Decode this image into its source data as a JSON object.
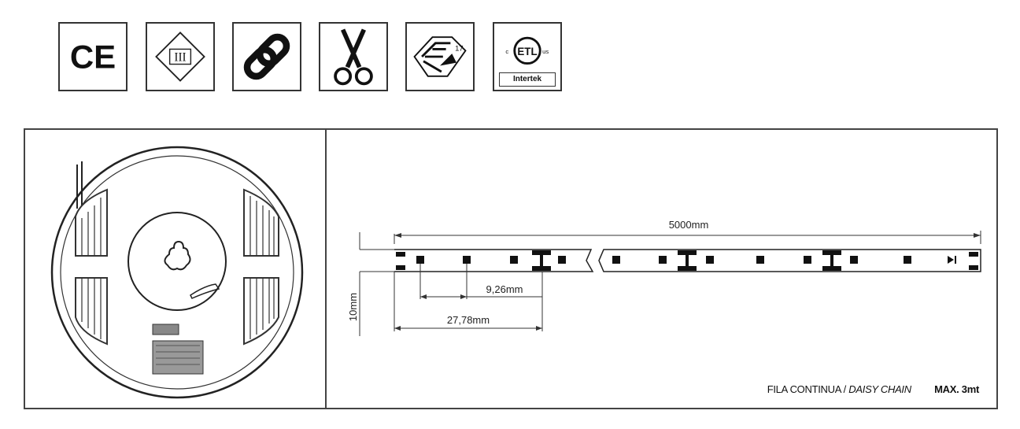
{
  "certifications": {
    "ce_mark": "CE",
    "class_mark": "III",
    "enec_number": "17",
    "etl_c": "c",
    "etl_us": "us",
    "etl_logo": "ETL",
    "intertek": "Intertek"
  },
  "icons": [
    "ce-mark-icon",
    "class-iii-icon",
    "chain-link-icon",
    "scissors-icon",
    "enec-mark-icon",
    "etl-intertek-icon"
  ],
  "dimensions": {
    "total_length": "5000mm",
    "led_pitch": "9,26mm",
    "cut_length": "27,78mm",
    "width": "10mm"
  },
  "caption": {
    "fila": "FILA CONTINUA /",
    "daisy": "DAISY CHAIN",
    "max": "MAX. 3mt"
  }
}
